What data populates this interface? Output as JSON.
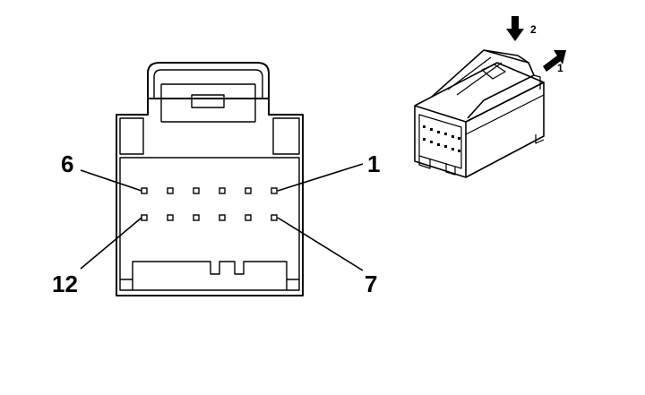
{
  "connector_face": {
    "pin_labels": {
      "top_left": "6",
      "top_right": "1",
      "bottom_left": "12",
      "bottom_right": "7"
    },
    "pin_rows": 2,
    "pins_per_row": 6
  },
  "connector_3d": {
    "release_steps": {
      "step_1": "1",
      "step_2": "2"
    }
  }
}
